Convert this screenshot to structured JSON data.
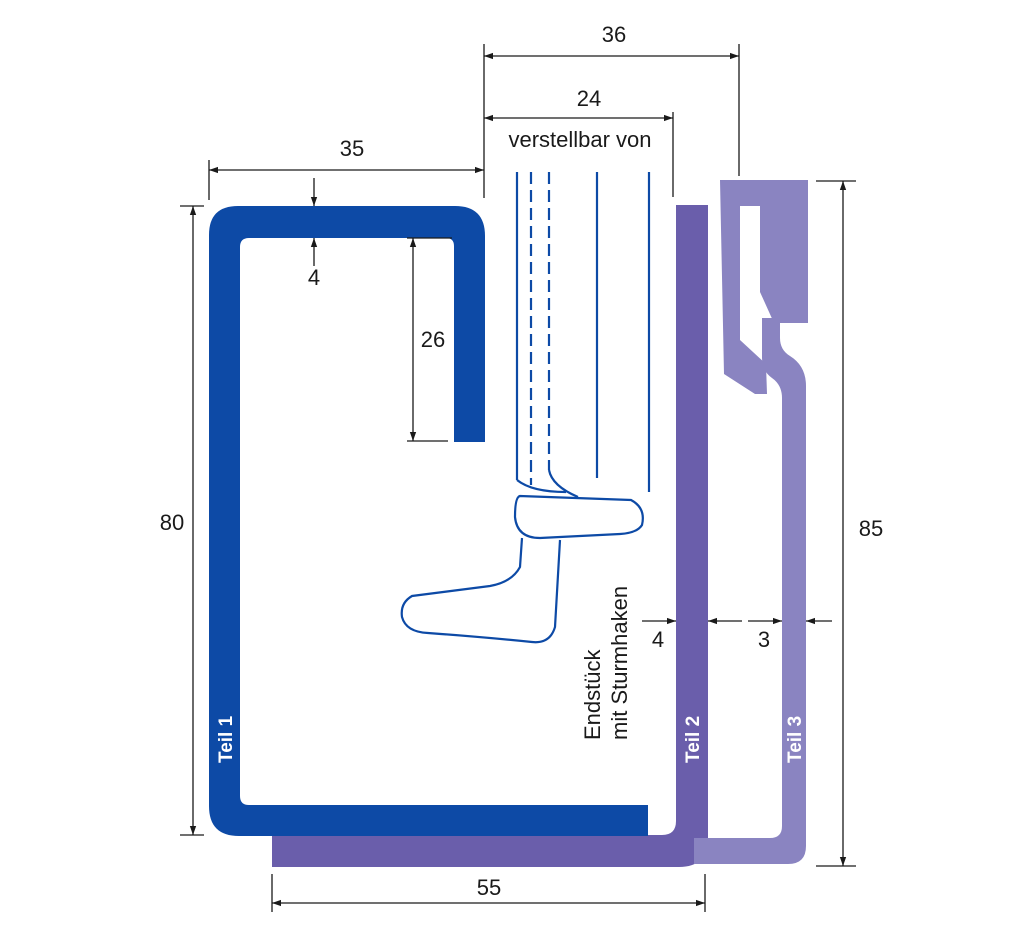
{
  "colors": {
    "teil1": "#0d4aa6",
    "teil2": "#6a5eab",
    "teil3": "#8a84c1",
    "outline": "#0d4aa6",
    "dimension": "#1a1a1a"
  },
  "dimensions": {
    "d36": "36",
    "d24": "24",
    "d35": "35",
    "d4_top": "4",
    "d26": "26",
    "d80": "80",
    "d85": "85",
    "d4_gap": "4",
    "d3": "3",
    "d55": "55"
  },
  "labels": {
    "adjustable": "verstellbar von",
    "endpiece_line1": "Endstück",
    "endpiece_line2": "mit Sturmhaken"
  },
  "parts": {
    "teil1": "Teil 1",
    "teil2": "Teil 2",
    "teil3": "Teil 3"
  }
}
